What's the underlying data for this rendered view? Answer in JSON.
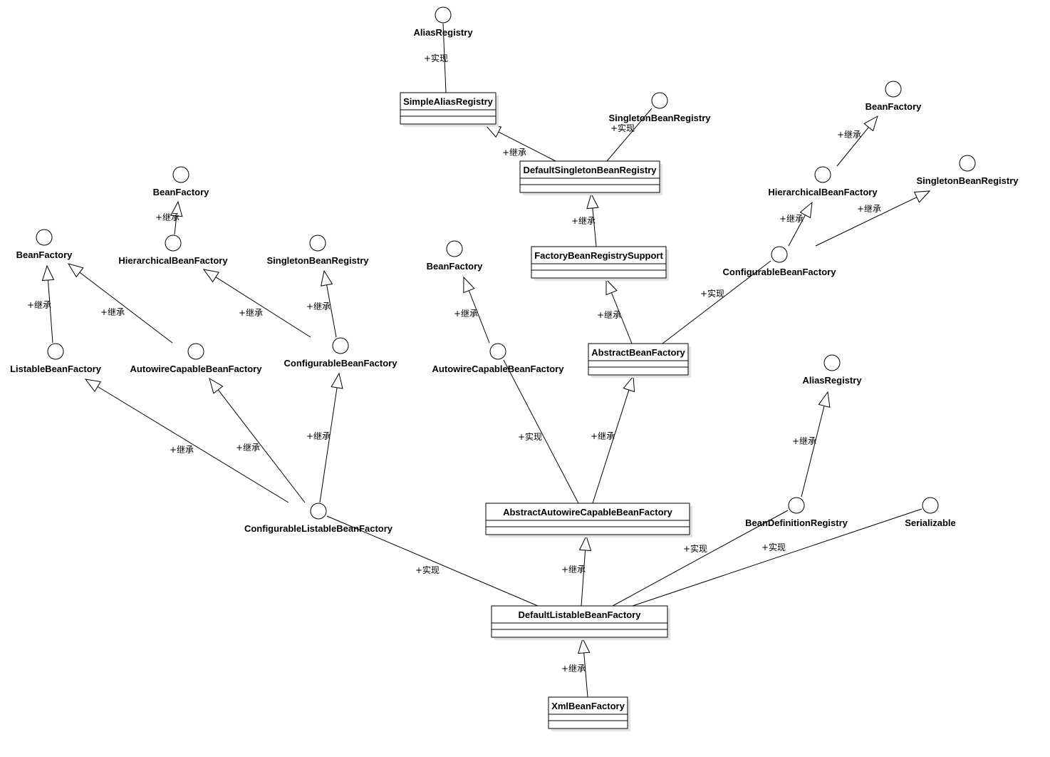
{
  "diagram": {
    "classes": [
      {
        "id": "simpleAlias",
        "name": "SimpleAliasRegistry"
      },
      {
        "id": "defaultSingleton",
        "name": "DefaultSingletonBeanRegistry"
      },
      {
        "id": "factoryBeanReg",
        "name": "FactoryBeanRegistrySupport"
      },
      {
        "id": "abstractBF",
        "name": "AbstractBeanFactory"
      },
      {
        "id": "abstractAutowire",
        "name": "AbstractAutowireCapableBeanFactory"
      },
      {
        "id": "defaultListable",
        "name": "DefaultListableBeanFactory"
      },
      {
        "id": "xmlBF",
        "name": "XmlBeanFactory"
      }
    ],
    "interfaces": [
      {
        "id": "i_alias_top",
        "name": "AliasRegistry"
      },
      {
        "id": "i_singleton_top",
        "name": "SingletonBeanRegistry"
      },
      {
        "id": "i_bf_tr",
        "name": "BeanFactory"
      },
      {
        "id": "i_hier_r",
        "name": "HierarchicalBeanFactory"
      },
      {
        "id": "i_singleton_r",
        "name": "SingletonBeanRegistry"
      },
      {
        "id": "i_config_r",
        "name": "ConfigurableBeanFactory"
      },
      {
        "id": "i_bf_l2",
        "name": "BeanFactory"
      },
      {
        "id": "i_hier_l",
        "name": "HierarchicalBeanFactory"
      },
      {
        "id": "i_bf_l1",
        "name": "BeanFactory"
      },
      {
        "id": "i_singleton_l",
        "name": "SingletonBeanRegistry"
      },
      {
        "id": "i_listable",
        "name": "ListableBeanFactory"
      },
      {
        "id": "i_autowire_l",
        "name": "AutowireCapableBeanFactory"
      },
      {
        "id": "i_config_l",
        "name": "ConfigurableBeanFactory"
      },
      {
        "id": "i_bf_m",
        "name": "BeanFactory"
      },
      {
        "id": "i_autowire_m",
        "name": "AutowireCapableBeanFactory"
      },
      {
        "id": "i_alias_r",
        "name": "AliasRegistry"
      },
      {
        "id": "i_configlistable",
        "name": "ConfigurableListableBeanFactory"
      },
      {
        "id": "i_beandef",
        "name": "BeanDefinitionRegistry"
      },
      {
        "id": "i_serializable",
        "name": "Serializable"
      }
    ],
    "relations": [
      {
        "from": "simpleAlias",
        "to": "i_alias_top",
        "label": "+实现"
      },
      {
        "from": "defaultSingleton",
        "to": "simpleAlias",
        "label": "+继承"
      },
      {
        "from": "defaultSingleton",
        "to": "i_singleton_top",
        "label": "+实现"
      },
      {
        "from": "factoryBeanReg",
        "to": "defaultSingleton",
        "label": "+继承"
      },
      {
        "from": "abstractBF",
        "to": "factoryBeanReg",
        "label": "+继承"
      },
      {
        "from": "abstractBF",
        "to": "i_config_r",
        "label": "+实现"
      },
      {
        "from": "i_hier_r",
        "to": "i_bf_tr",
        "label": "+继承"
      },
      {
        "from": "i_config_r",
        "to": "i_hier_r",
        "label": "+继承"
      },
      {
        "from": "i_config_r",
        "to": "i_singleton_r",
        "label": "+继承"
      },
      {
        "from": "i_hier_l",
        "to": "i_bf_l2",
        "label": "+继承"
      },
      {
        "from": "i_listable",
        "to": "i_bf_l1",
        "label": "+继承"
      },
      {
        "from": "i_autowire_l",
        "to": "i_bf_l1",
        "label": "+继承"
      },
      {
        "from": "i_config_l",
        "to": "i_hier_l",
        "label": "+继承"
      },
      {
        "from": "i_config_l",
        "to": "i_singleton_l",
        "label": "+继承"
      },
      {
        "from": "i_autowire_m",
        "to": "i_bf_m",
        "label": "+继承"
      },
      {
        "from": "abstractAutowire",
        "to": "i_autowire_m",
        "label": "+实现"
      },
      {
        "from": "abstractAutowire",
        "to": "abstractBF",
        "label": "+继承"
      },
      {
        "from": "i_configlistable",
        "to": "i_listable",
        "label": "+继承"
      },
      {
        "from": "i_configlistable",
        "to": "i_autowire_l",
        "label": "+继承"
      },
      {
        "from": "i_configlistable",
        "to": "i_config_l",
        "label": "+继承"
      },
      {
        "from": "i_beandef",
        "to": "i_alias_r",
        "label": "+继承"
      },
      {
        "from": "defaultListable",
        "to": "abstractAutowire",
        "label": "+继承"
      },
      {
        "from": "defaultListable",
        "to": "i_configlistable",
        "label": "+实现"
      },
      {
        "from": "defaultListable",
        "to": "i_beandef",
        "label": "+实现"
      },
      {
        "from": "defaultListable",
        "to": "i_serializable",
        "label": "+实现"
      },
      {
        "from": "xmlBF",
        "to": "defaultListable",
        "label": "+继承"
      }
    ]
  }
}
